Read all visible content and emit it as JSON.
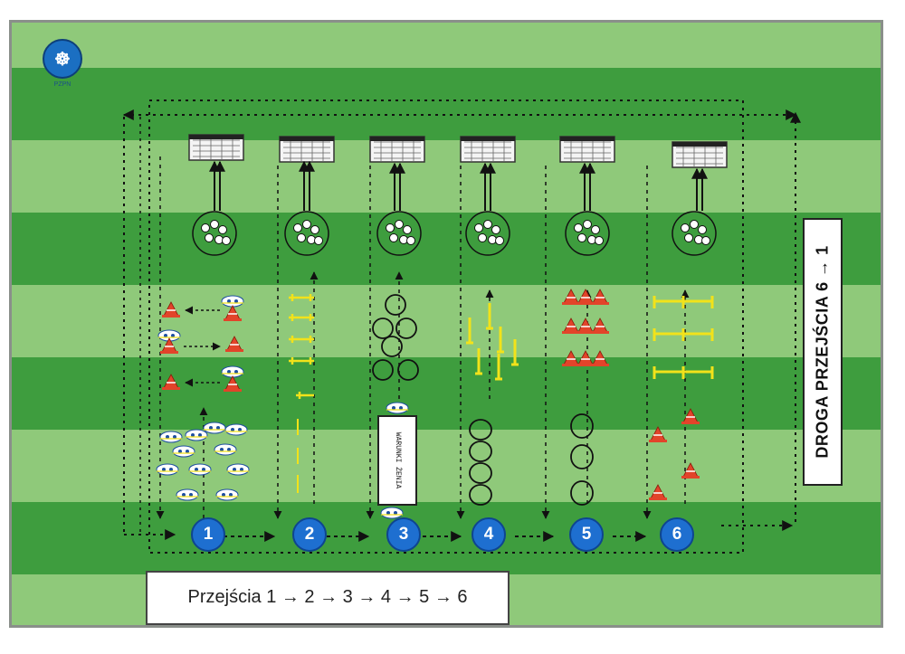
{
  "diagram": {
    "stations": [
      {
        "number": "1"
      },
      {
        "number": "2"
      },
      {
        "number": "3"
      },
      {
        "number": "4"
      },
      {
        "number": "5"
      },
      {
        "number": "6"
      }
    ],
    "route_label": "DROGA PRZEJŚCIA 6 → 1",
    "sequence_label": "Przejścia 1 → 2 → 3 → 4 → 5 → 6",
    "board_text": "WARUNKI ŻENIA",
    "logo": {
      "mark": "☸",
      "caption": "PZPN"
    },
    "colors": {
      "pitch_dark": "#3e9d3e",
      "pitch_light": "#8fc97a",
      "badge": "#1e6fd0",
      "cone_red": "#e2442a",
      "hurdle_yellow": "#f2e21a"
    }
  }
}
